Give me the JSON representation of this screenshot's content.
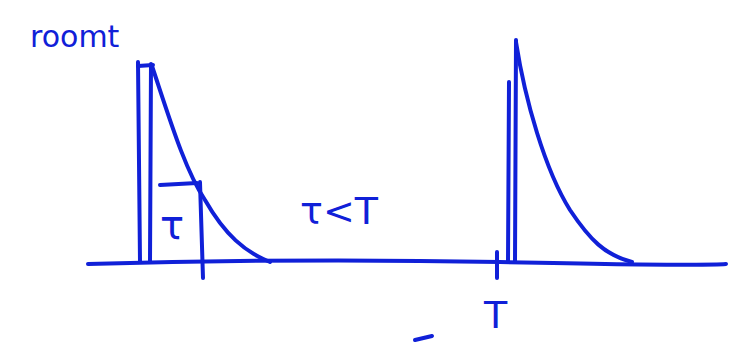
{
  "diagram": {
    "labels": [
      "roomt",
      "τ",
      "τ<T",
      "T"
    ]
  }
}
